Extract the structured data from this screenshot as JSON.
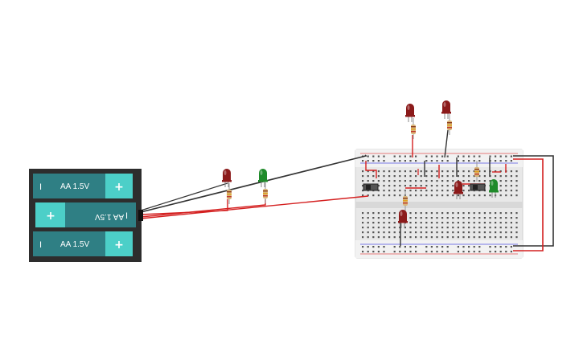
{
  "battery_pack": {
    "cells": [
      {
        "label": "AA 1.5V",
        "plus": "+",
        "minus": "I",
        "reversed": false
      },
      {
        "label": "AA 1.5V",
        "plus": "+",
        "minus": "I",
        "reversed": true
      },
      {
        "label": "AA 1.5V",
        "plus": "+",
        "minus": "I",
        "reversed": false
      }
    ]
  },
  "breadboard": {
    "rail_plus": "+",
    "rail_minus": "-"
  },
  "colors": {
    "wire_red": "#d42020",
    "wire_black": "#333333",
    "led_red": "#8b1a1a",
    "led_green": "#1f8a2a",
    "battery_teal": "#2f7f84",
    "battery_cap": "#4ccfc8",
    "breadboard": "#eaeaea"
  }
}
